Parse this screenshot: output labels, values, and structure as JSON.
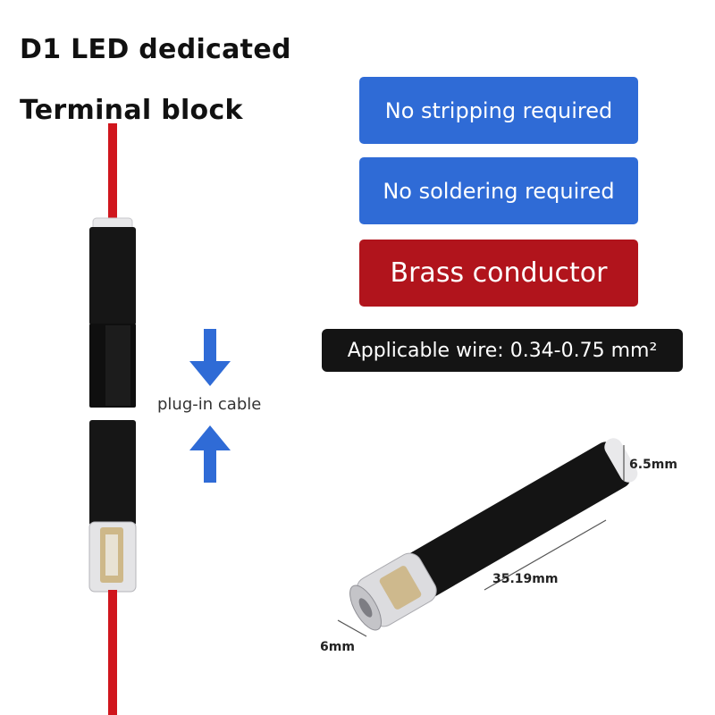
{
  "heading": {
    "line1": "D1 LED dedicated",
    "line2": "Terminal block"
  },
  "features": {
    "stripping": "No stripping required",
    "soldering": "No soldering required",
    "material": "Brass conductor",
    "wire_spec": "Applicable wire: 0.34-0.75 mm²"
  },
  "diagram": {
    "plug_label": "plug-in cable",
    "dim_diameter_large": "6.5mm",
    "dim_length": "35.19mm",
    "dim_diameter_small": "6mm"
  },
  "colors": {
    "badge_blue": "#2f6bd6",
    "badge_red": "#b1141c",
    "badge_black": "#141414",
    "wire_red": "#d0161d",
    "arrow_blue": "#2f6bd6"
  },
  "icons": {
    "down_arrow": "arrow-down-icon",
    "up_arrow": "arrow-up-icon"
  }
}
